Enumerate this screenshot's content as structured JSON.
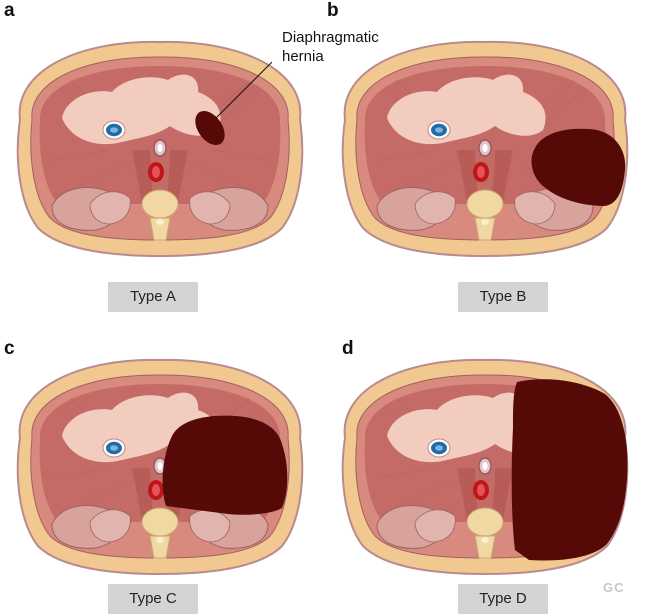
{
  "panels": [
    {
      "letter": "a",
      "type_label": "Type A",
      "hernia": "small"
    },
    {
      "letter": "b",
      "type_label": "Type B",
      "hernia": "medium"
    },
    {
      "letter": "c",
      "type_label": "Type C",
      "hernia": "large"
    },
    {
      "letter": "d",
      "type_label": "Type D",
      "hernia": "massive"
    }
  ],
  "callout": {
    "line1": "Diaphragmatic",
    "line2": "hernia"
  },
  "watermark": "GC",
  "colors": {
    "skin": "#f1c88f",
    "skin_outline": "#b98a8e",
    "diaphragm_muscle": "#c56b67",
    "central_tendon": "#f4d2c3",
    "hernia_defect": "#560a08",
    "ivc_blue": "#1f6ca9",
    "aorta_red": "#c0161a",
    "vertebra": "#f1d8a3",
    "label_bg": "#d4d4d4"
  }
}
